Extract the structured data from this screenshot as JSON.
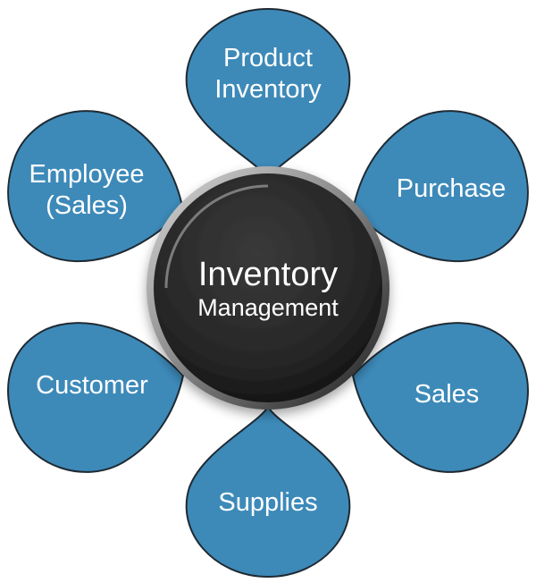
{
  "center": {
    "line1": "Inventory",
    "line2": "Management"
  },
  "petals": {
    "product_inventory": {
      "line1": "Product",
      "line2": "Inventory"
    },
    "purchase": {
      "line1": "Purchase"
    },
    "sales": {
      "line1": "Sales"
    },
    "supplies": {
      "line1": "Supplies"
    },
    "customer": {
      "line1": "Customer"
    },
    "employee_sales": {
      "line1": "Employee",
      "line2": "(Sales)"
    }
  },
  "colors": {
    "petal": "#3d8ab9",
    "hub": "#2b2b2b",
    "outline": "#1f2a33"
  }
}
